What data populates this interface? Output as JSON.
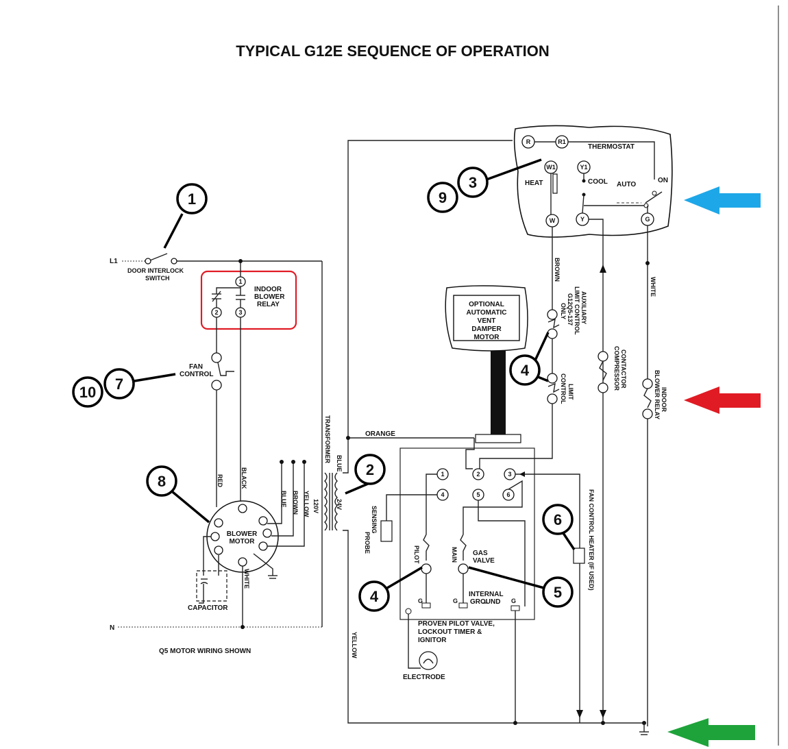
{
  "title": "TYPICAL G12E SEQUENCE OF OPERATION",
  "callouts": [
    "1",
    "2",
    "3",
    "4",
    "4",
    "5",
    "6",
    "7",
    "8",
    "9",
    "10"
  ],
  "labels": {
    "l1": "L1",
    "n": "N",
    "door_switch_1": "DOOR INTERLOCK",
    "door_switch_2": "SWITCH",
    "relay_1": "INDOOR",
    "relay_2": "BLOWER",
    "relay_3": "RELAY",
    "fan_control_1": "FAN",
    "fan_control_2": "CONTROL",
    "transformer": "TRANSFORMER",
    "v120": "120V",
    "v24": "24V",
    "blower_motor_1": "BLOWER",
    "blower_motor_2": "MOTOR",
    "capacitor": "CAPACITOR",
    "motor_wiring": "Q5 MOTOR WIRING SHOWN",
    "thermostat": "THERMOSTAT",
    "heat": "HEAT",
    "cool": "COOL",
    "auto": "AUTO",
    "on": "ON",
    "damper_1": "OPTIONAL",
    "damper_2": "AUTOMATIC",
    "damper_3": "VENT",
    "damper_4": "DAMPER",
    "damper_5": "MOTOR",
    "aux_limit_1": "AUXILIARY",
    "aux_limit_2": "LIMIT CONTROL",
    "aux_limit_3": "G12Q5-137",
    "aux_limit_4": "ONLY",
    "limit_1": "LIMIT",
    "limit_2": "CONTROL",
    "compressor_1": "COMPRESSOR",
    "compressor_2": "CONTACTOR",
    "ibr_1": "INDOOR",
    "ibr_2": "BLOWER RELAY",
    "fan_heater": "FAN CONTROL HEATER (IF USED)",
    "sensing_1": "SENSING",
    "sensing_2": "PROBE",
    "pilot": "PILOT",
    "main": "MAIN",
    "gas_1": "GAS",
    "gas_2": "VALVE",
    "internal_1": "INTERNAL",
    "internal_2": "GROUND",
    "proven_1": "PROVEN PILOT VALVE,",
    "proven_2": "LOCKOUT TIMER &",
    "proven_3": "IGNITOR",
    "electrode": "ELECTRODE"
  },
  "wire_colors": {
    "red": "RED",
    "black": "BLACK",
    "blue": "BLUE",
    "brown": "BROWN",
    "yellow": "YELLOW",
    "white": "WHITE",
    "orange": "ORANGE"
  },
  "terminals": {
    "R": "R",
    "R1": "R1",
    "W1": "W1",
    "Y1": "Y1",
    "W": "W",
    "Y": "Y",
    "G": "G",
    "t1": "1",
    "t2": "2",
    "t3": "3",
    "t4": "4",
    "t5": "5",
    "t6": "6"
  },
  "arrows": [
    {
      "name": "blue-arrow",
      "color": "#1ea7e8"
    },
    {
      "name": "red-arrow",
      "color": "#e01b24"
    },
    {
      "name": "green-arrow",
      "color": "#1ea33a"
    }
  ],
  "highlight_color": "#e01b24"
}
